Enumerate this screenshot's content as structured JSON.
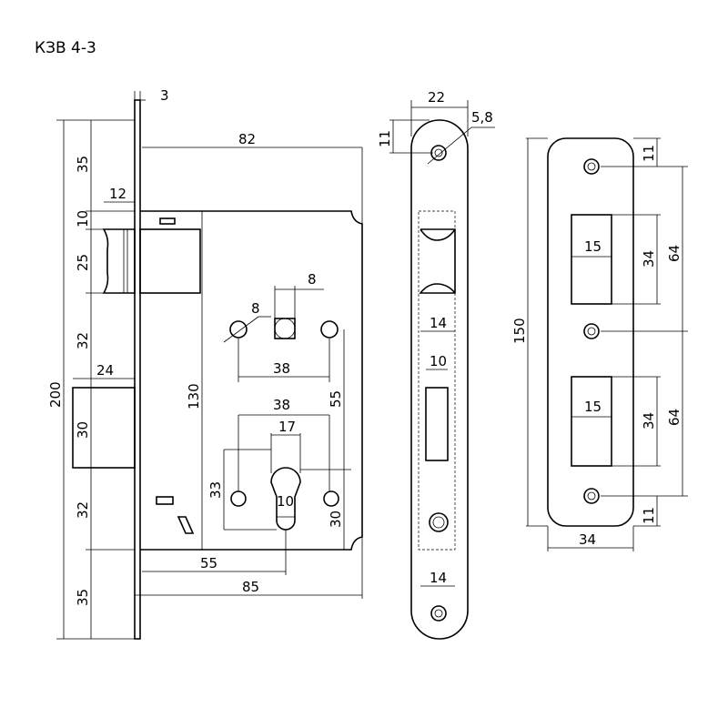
{
  "title": "КЗВ 4-3",
  "dims": {
    "faceplate_thickness": "3",
    "backset_total": "82",
    "top_35": "35",
    "latch_width": "12",
    "gap_10": "10",
    "latch_height": "25",
    "gap_32_top": "32",
    "total_200": "200",
    "bolt_width": "24",
    "bolt_height": "30",
    "gap_32_bottom": "32",
    "bottom_35": "35",
    "body_130": "130",
    "hole_8_left": "8",
    "square_8": "8",
    "spacing_38_top": "38",
    "spacing_38_mid": "38",
    "spacing_55_vert": "55",
    "cyl_17": "17",
    "cyl_33": "33",
    "cyl_10": "10",
    "cyl_30": "30",
    "backset_55": "55",
    "depth_85": "85",
    "front_22": "22",
    "front_hole_11": "11",
    "front_hole_d": "5,8",
    "front_14_top": "14",
    "front_10": "10",
    "front_14_bottom": "14",
    "strike_150": "150",
    "strike_top_11": "11",
    "strike_64_top": "64",
    "strike_15_top": "15",
    "strike_34_top": "34",
    "strike_15_bot": "15",
    "strike_34_bot": "34",
    "strike_64_bot": "64",
    "strike_bot_11": "11",
    "strike_width_34": "34"
  }
}
